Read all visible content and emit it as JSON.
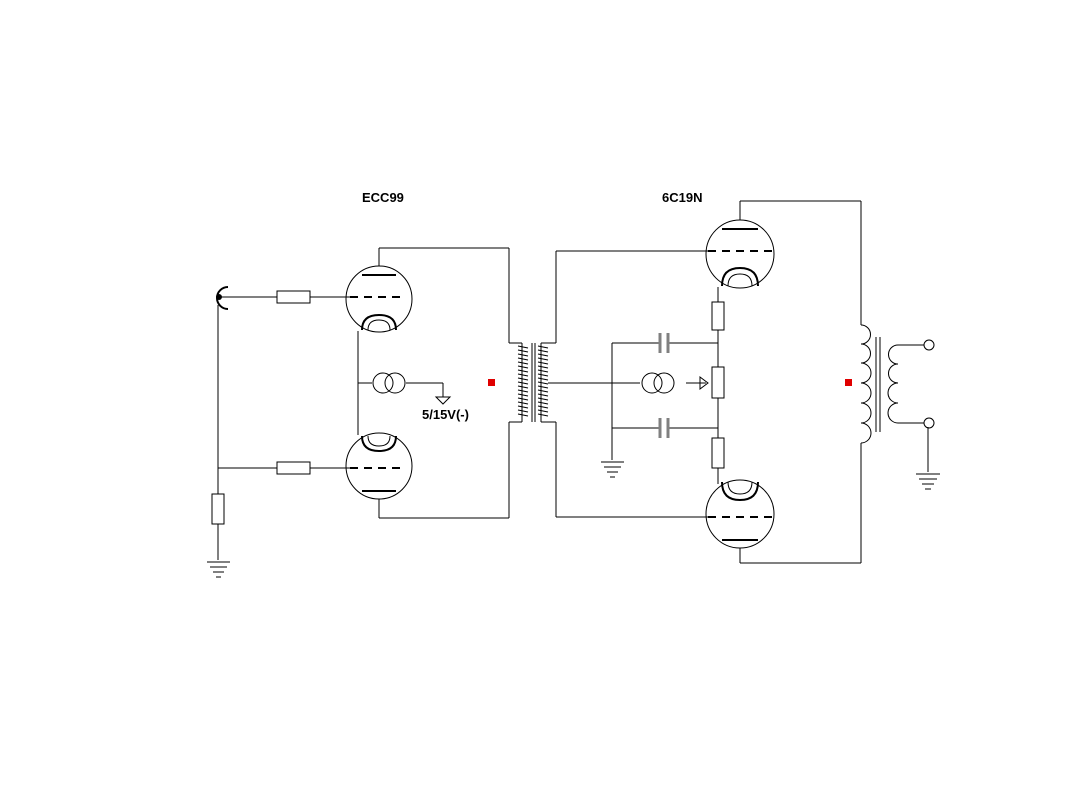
{
  "labels": {
    "input_tube": "ECC99",
    "output_tube": "6C19N",
    "bias_supply": "5/15V(-)"
  },
  "colors": {
    "background": "#ffffff",
    "wire": "#000000",
    "marker": "#e00000",
    "capacitor": "#808080"
  },
  "components": {
    "input_jack": "rca-jack-icon",
    "input_tube_symbol": "triode-icon",
    "output_tube_symbol": "triode-icon",
    "current_source": "current-source-icon",
    "interstage_transformer": "transformer-icon",
    "output_transformer": "transformer-icon",
    "ground": "ground-icon",
    "resistor": "resistor-icon",
    "capacitor": "capacitor-icon",
    "terminal": "terminal-icon"
  }
}
